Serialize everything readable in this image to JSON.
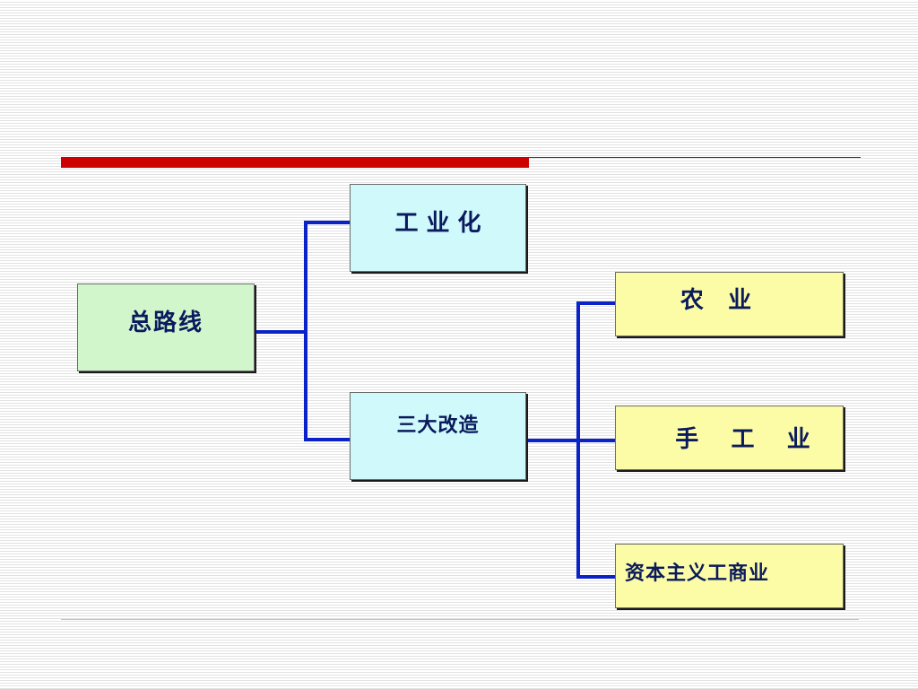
{
  "diagram": {
    "root": {
      "label": "总路线"
    },
    "branches": [
      {
        "label": "工 业 化"
      },
      {
        "label": "三大改造"
      }
    ],
    "leaves": [
      {
        "label": "农   业"
      },
      {
        "label": "手    工    业"
      },
      {
        "label": "资本主义工商业"
      }
    ]
  },
  "colors": {
    "accent_red": "#cc0000",
    "connector_blue": "#0a22c8",
    "root_fill": "#d2f6cc",
    "branch_fill": "#cff9fb",
    "leaf_fill": "#fcfca6",
    "text_navy": "#0a1a5c"
  }
}
